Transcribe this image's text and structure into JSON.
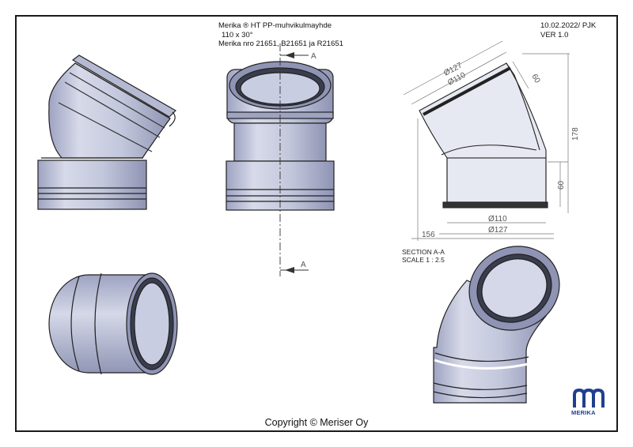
{
  "title": {
    "line1": "Merika ® HT PP-muhvikulmayhde",
    "line2": "110 x 30°",
    "line3": "Merika nro  21651, B21651 ja R21651"
  },
  "revision": {
    "date": "10.02.2022/ PJK",
    "version": "VER 1.0"
  },
  "section": {
    "name": "SECTION A-A",
    "scale": "SCALE 1 : 2.5",
    "marker": "A"
  },
  "dimensions": {
    "outer_top": "Ø127",
    "inner_top": "Ø110",
    "socket_top": "60",
    "height": "178",
    "socket_bottom": "60",
    "inner_bottom": "Ø110",
    "outer_bottom": "Ø127",
    "width": "156"
  },
  "logo": {
    "word": "MERIKA",
    "color": "#1f3f8f"
  },
  "copyright": "Copyright © Meriser Oy",
  "colors": {
    "part_fill": "#c9cde2",
    "part_dark": "#8e93b3",
    "line": "#222222",
    "dim_line": "#777777"
  }
}
